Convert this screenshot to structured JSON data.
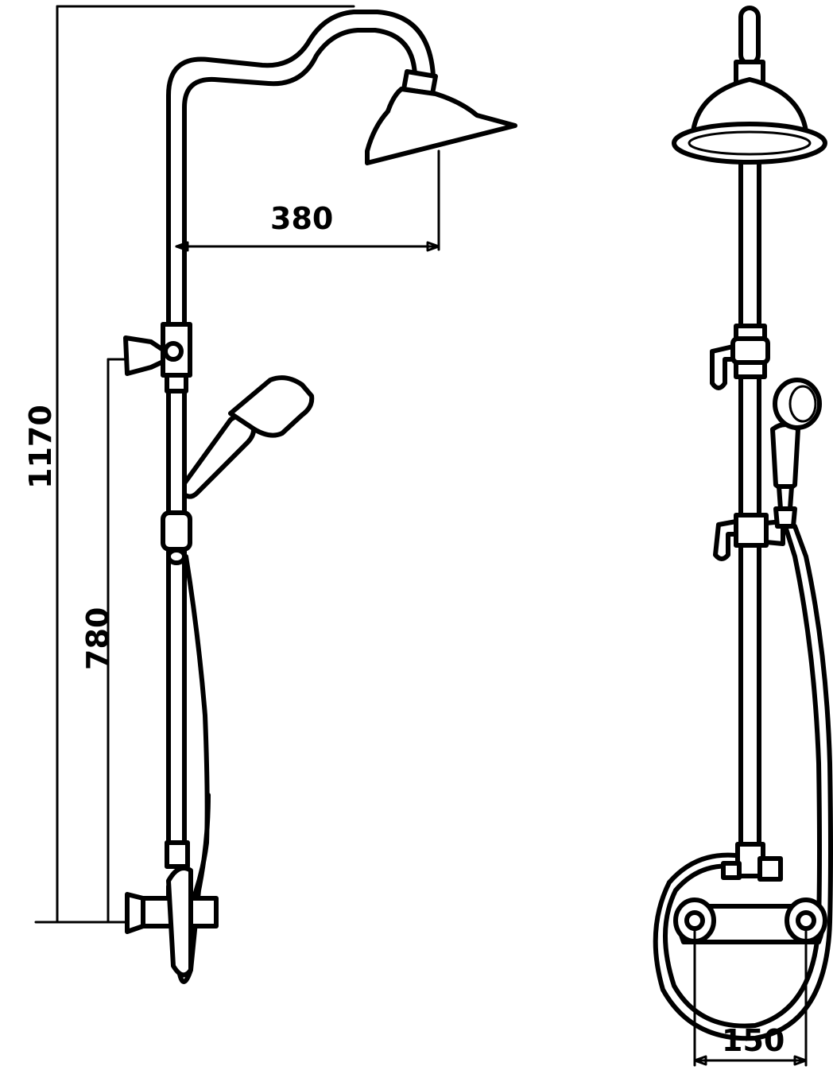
{
  "dimensions": {
    "total_height": "1170",
    "mixer_to_bracket": "780",
    "head_projection": "380",
    "inlet_centres": "150"
  },
  "colors": {
    "line": "#000000",
    "background": "#ffffff"
  }
}
